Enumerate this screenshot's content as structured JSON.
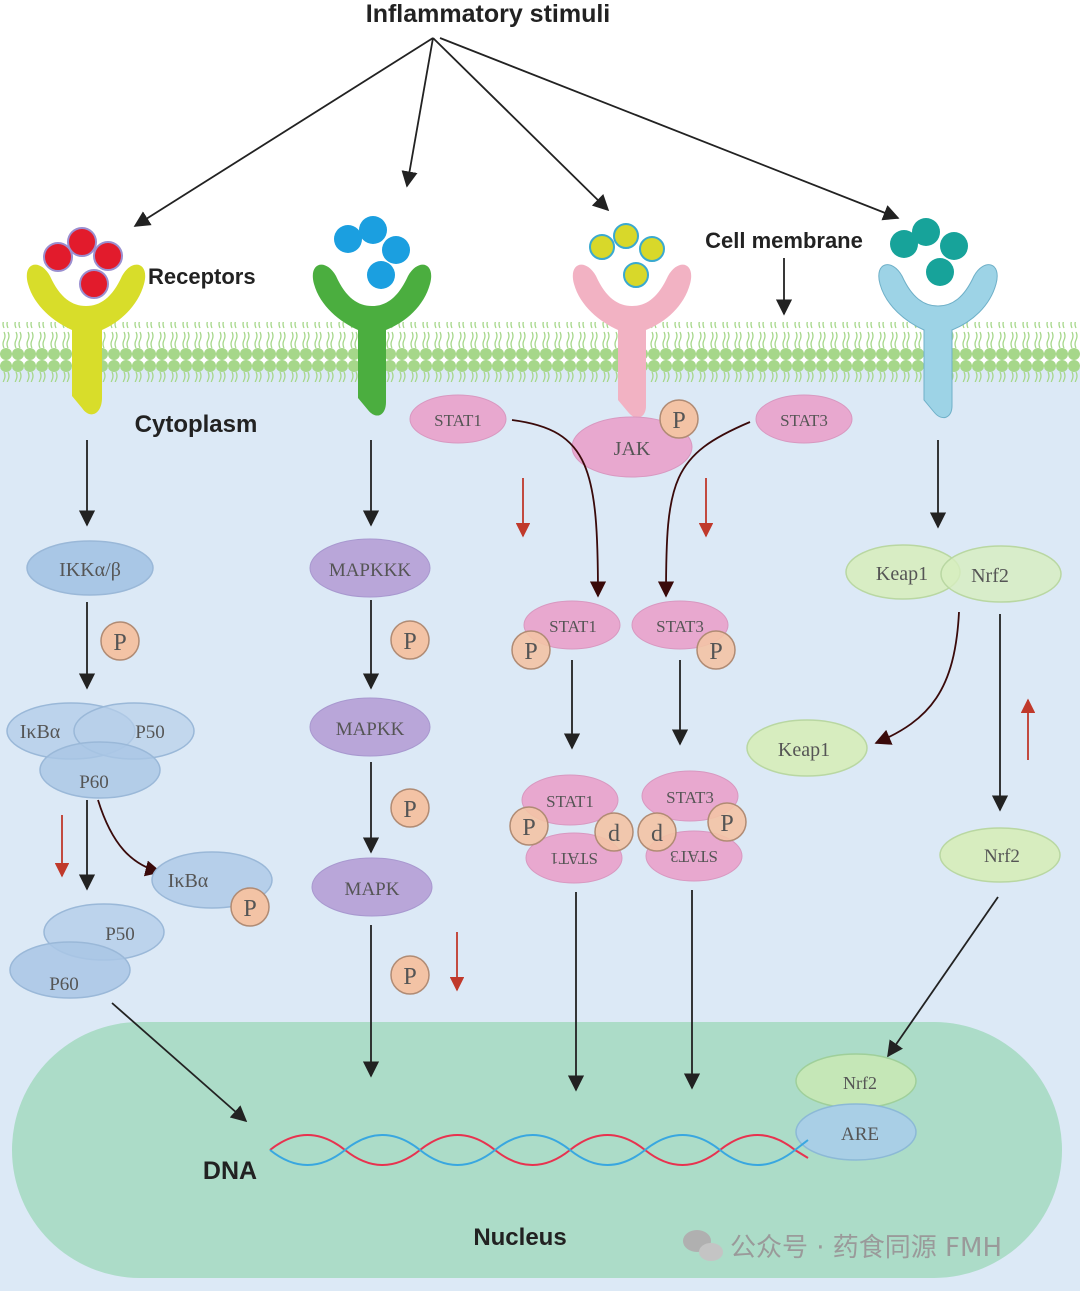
{
  "labels": {
    "title": "Inflammatory stimuli",
    "receptors": "Receptors",
    "cell_membrane": "Cell membrane",
    "cytoplasm": "Cytoplasm",
    "dna": "DNA",
    "nucleus": "Nucleus"
  },
  "nfkb": {
    "ikk": "IKKα/β",
    "ikba": "IκBα",
    "p50": "P50",
    "p60": "P60",
    "ikba_free": "IκBα",
    "p50_b": "P50",
    "p60_b": "P60"
  },
  "mapk": {
    "mapkkk": "MAPKKK",
    "mapkk": "MAPKK",
    "mapk": "MAPK"
  },
  "jakstat": {
    "stat1": "STAT1",
    "stat3": "STAT3",
    "jak": "JAK",
    "stat1_p": "STAT1",
    "stat3_p": "STAT3",
    "dimer1_top": "STAT1",
    "dimer1_bottom": "STAT1",
    "dimer3_top": "STAT3",
    "dimer3_bottom": "STAT3"
  },
  "nrf2": {
    "keap1": "Keap1",
    "nrf2": "Nrf2",
    "keap1_free": "Keap1",
    "nrf2_free": "Nrf2",
    "nrf2_nuc": "Nrf2",
    "are": "ARE"
  },
  "phospho": "P",
  "phospho_flipped": "d",
  "watermark": "公众号 · 药食同源 FMH",
  "colors": {
    "cytoplasm": "#dce9f6",
    "nucleus": "#acdcc8",
    "membrane_bead": "#a6d78a",
    "receptor_1": "#d8dd2a",
    "receptor_2": "#4bae3f",
    "receptor_3": "#f2b2c3",
    "receptor_4": "#9dd3e6",
    "ligand_1": "#e21b2c",
    "ligand_2": "#1b9fe0",
    "ligand_3": "#d8d82a",
    "ligand_4": "#17a39a",
    "phospho": "#f3c3a5",
    "inhibit_arrow": "#c0392b"
  }
}
